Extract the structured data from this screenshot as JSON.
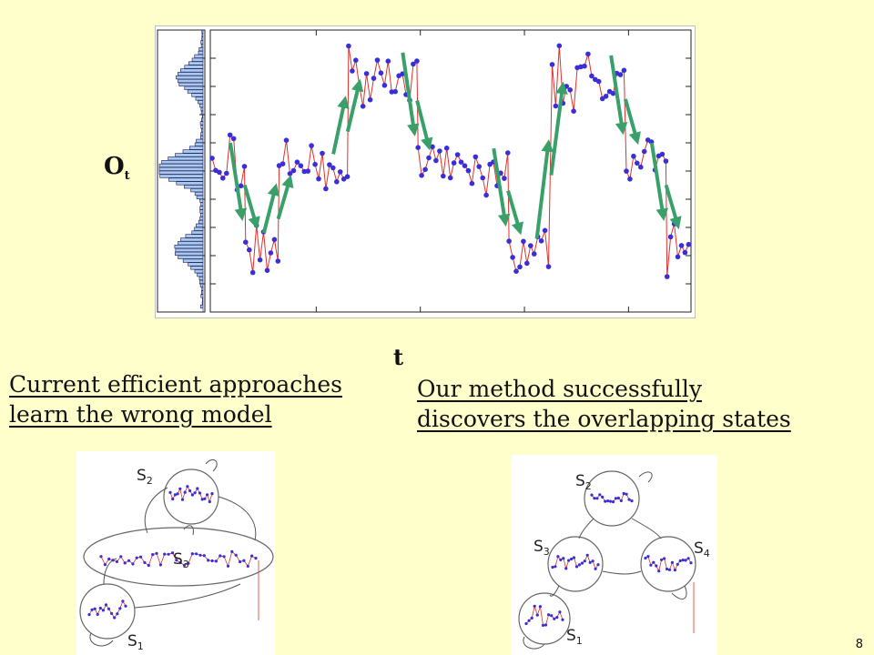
{
  "figure": {
    "y_label": "O",
    "y_label_sub": "t",
    "x_label": "t"
  },
  "captions": {
    "left_line1": "Current efficient approaches",
    "left_line2": "learn the wrong model",
    "right_line1": "Our method successfully",
    "right_line2": "discovers the overlapping states"
  },
  "insets": {
    "left": {
      "state_labels": [
        {
          "name": "S",
          "sub": "2"
        },
        {
          "name": "S",
          "sub": "3"
        },
        {
          "name": "S",
          "sub": "1"
        }
      ]
    },
    "right": {
      "state_labels": [
        {
          "name": "S",
          "sub": "2"
        },
        {
          "name": "S",
          "sub": "3"
        },
        {
          "name": "S",
          "sub": "4"
        },
        {
          "name": "S",
          "sub": "1"
        }
      ]
    }
  },
  "slide_number": "8",
  "colors": {
    "series_line": "#e0312c",
    "series_marker": "#3a2fd6",
    "arrow": "#3aa06a",
    "histogram_fill": "#a9c8ee"
  },
  "chart_data": {
    "type": "line",
    "x_range": [
      0,
      200
    ],
    "y_range": [
      0,
      10
    ],
    "segments": [
      {
        "x_start": 0,
        "x_end": 14,
        "level": 5.2
      },
      {
        "x_start": 14,
        "x_end": 28,
        "level": 2.2
      },
      {
        "x_start": 28,
        "x_end": 57,
        "level": 5.0
      },
      {
        "x_start": 57,
        "x_end": 86,
        "level": 8.4
      },
      {
        "x_start": 86,
        "x_end": 124,
        "level": 5.0
      },
      {
        "x_start": 124,
        "x_end": 142,
        "level": 2.0
      },
      {
        "x_start": 142,
        "x_end": 173,
        "level": 8.3
      },
      {
        "x_start": 173,
        "x_end": 190,
        "level": 5.2
      },
      {
        "x_start": 190,
        "x_end": 200,
        "level": 2.2
      }
    ],
    "histogram": "marginal distribution of O_t, four overlapping modes"
  }
}
